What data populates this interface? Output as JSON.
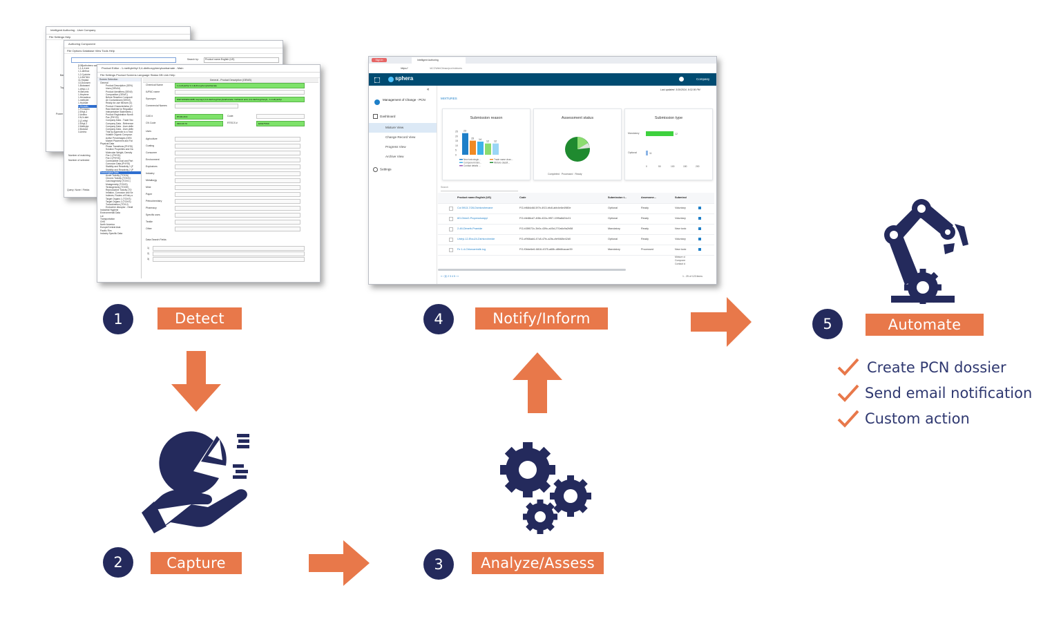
{
  "steps": [
    {
      "number": "1",
      "label": "Detect"
    },
    {
      "number": "2",
      "label": "Capture"
    },
    {
      "number": "3",
      "label": "Analyze/Assess"
    },
    {
      "number": "4",
      "label": "Notify/Inform"
    },
    {
      "number": "5",
      "label": "Automate"
    }
  ],
  "automate_actions": [
    "Create PCN dossier",
    "Send email notification",
    "Custom action"
  ],
  "colors": {
    "accent": "#e8784a",
    "navy": "#242a5c",
    "text": "#2f3870",
    "green_field": "#7ee26a"
  },
  "screenshot_left": {
    "win1_title": "Intelligent Authoring - User Company",
    "win1_menu": "File   Settings   Help",
    "win2_title": "Authoring Component",
    "win2_menu": "File   Options   Database   View   Tools   Help",
    "search_by_label": "Search by:",
    "search_by_value": "Product name.English (US)",
    "win3_title": "Product Editor - 1-methylethyl 3,4-diethoxyphenylcarbamate - Main",
    "win3_menu": "File   Settings   Product Screens   Language   Status   DB Link   Help",
    "screen_selection": "Screen Selection",
    "panel_header": "General - Product Description (GEN/D)",
    "tree_items": [
      "General",
      "Product Description (GEN)",
      "Uses (GEN/U)",
      "Product Identifiers (GEN/I)",
      "Composition (GEN/C)",
      "Before Reaction Composit",
      "Air Contaminant (GEN/I)",
      "Ready-for-use Mixture (G)",
      "Product Characteristics (G",
      "Raw Material for Regulator",
      "Interpretative Statements (",
      "Product Registration Numb",
      "Pax (PHYSI)",
      "Company Data - Trade Sec",
      "Company Data - Reference",
      "Company Data - User-defin",
      "Company Data - User-defin",
      "Trial by Appendix to a Trad",
      "Volatile Organic Compoun",
      "Active Percentages (GEN",
      "Market Placement and Fat",
      "Physical Data",
      "Phase Transitions (PHYSI)",
      "Solution Properties and Ga",
      "Molecular Weight, Density",
      "Fire 1 (PHYSI)",
      "Fire 2 (PHYSI)",
      "Combustible Dust and Part",
      "Corrosion Data (PHYSI)",
      "Stability and Reactivity 1 (F",
      "Stability and Reactivity 2 (P",
      "Toxicological Data",
      "Acute Toxicity (TOX/A)",
      "Chronic Toxicity (TOX/C)",
      "Carcinogenicity (TOX/C)",
      "Mutagenicity (TOX/D)",
      "Teratogenicity (TOX/E)",
      "Reproductive Toxicity (TO",
      "Irritation, Corrosion and Se",
      "Indexes, Routes of Entry a",
      "Target Organs 1 (TOX/S)",
      "Target Organs 2 (TOX/S)",
      "Toxicokinetics (TOX/J)",
      "Endocrine disruptor - Healt",
      "Industrial Hygiene",
      "Environmental Data",
      "Lot",
      "Transportation",
      "GHS",
      "North America",
      "Europe/Central Asia",
      "Pacific Rim",
      "Industry Specific Data"
    ],
    "left_list_items": [
      "[108]orthobenz acid",
      "1,1,4,4-tetr",
      "1,1-diethox",
      "1,2-Cyclohe",
      "1,4-BUTAN",
      "11-Heptad",
      "13-Docosen",
      "1-Butanami",
      "1-ethyl-1,3",
      "H-Benzimi",
      "1-Heptene",
      "1-Hexadeca",
      "1-methylet",
      "1-Hydrate",
      "1-Hexadic",
      "1-Pentadec",
      "2-Ethyl-2",
      "2-Anilino",
      "2-N,N-diet",
      "2-(2-ethyl",
      "2-Ethyl-2",
      "2-Methylpr",
      "2-Butanol",
      "3-Amino"
    ],
    "left_counts": [
      "Number of matching",
      "Number of selected"
    ],
    "query_text": "Query: None / Fielda",
    "field_labels": [
      "Chemical Name",
      "IUPAC name",
      "Synonym",
      "Commercial Names",
      "CAS #",
      "CN Code",
      "Uses",
      "Agriculture",
      "Coating",
      "Consumer",
      "Environment",
      "Explosives",
      "Industry",
      "Metallurgy",
      "Mine",
      "Paper",
      "Petrochemistry",
      "Pharmacy",
      "Specific uses",
      "Textile",
      "Other",
      "Data Search Fields"
    ],
    "chemical_name_value": "1-methylethyl 3,4-diethoxyphenylcarbamate",
    "synonym_value": "DIETHOFENCARB; isopropyl (3,4-diethoxyphenyl)carbamate; Carbamic acid, (3,4-diethoxyphenyl)-, 1-methylethyl",
    "cas_value": "87130-20-9",
    "code_label": "Code:",
    "cn_value": "2924 29 70",
    "rtecs_label": "RTECS #",
    "rtecs_value": "EZ4275700",
    "search_numbers": [
      "1)",
      "2)",
      "3)"
    ],
    "labels_2": [
      "Basic",
      "Topic",
      "Power Qu"
    ]
  },
  "screenshot_right": {
    "tab1": "Sign In",
    "tab2": "Intelligent Authoring",
    "url": "https://",
    "url_path": "/ACCWebClimac/pcn/mixtures",
    "logo": "sphera",
    "user": "Company",
    "last_updated": "Last updated: 3/10/2024, 9:32:36 PM",
    "app_title": "Management of Change - PCN",
    "nav": {
      "dashboard": "Dashboard",
      "items": [
        "Mixture View",
        "Change Record View",
        "Progress View",
        "Archive View"
      ],
      "settings": "Settings"
    },
    "section_title": "MIXTURES",
    "cards": [
      "Submission reason",
      "Assessment status",
      "Submission type"
    ],
    "bar_values": [
      23,
      15,
      14,
      12,
      12
    ],
    "bar_labels": [
      "23",
      "15",
      "14",
      "12",
      "12"
    ],
    "bar_axis_ticks": [
      "25",
      "20",
      "15",
      "10",
      "5",
      "0"
    ],
    "bar_legend": [
      "New toxicologic...",
      "Trade name chan...",
      "Component iden...",
      "Mixture classif...",
      "Contact details ..."
    ],
    "pie_legend": [
      "Completed",
      "Processed",
      "Ready"
    ],
    "hbar_labels": [
      "Mandatory",
      "Optional"
    ],
    "hbar_values": [
      12,
      11
    ],
    "hbar_value_labels": [
      "12",
      "11"
    ],
    "hbar_ticks": [
      "0",
      "50",
      "100",
      "150",
      "200"
    ],
    "search_placeholder": "Search",
    "table_headers": [
      "Product name.English (US)",
      "Code",
      "Submission t...",
      "Assessme...",
      "Submissi"
    ],
    "table_rows": [
      {
        "name": "Col 5913-7/28-Dichlorohexane",
        "code": "FG-bf684c68-5f7b-4f13-bfc8-abb4e6e4980e",
        "type": "Optional",
        "assess": "Ready",
        "sub": "Voluntary"
      },
      {
        "name": "8G-Dime2-Propenolcarpyl",
        "code": "FG-bfe88cd7-4f8b-422a-9f57-19f9a8d24c01",
        "type": "Optional",
        "assess": "Ready",
        "sub": "Voluntary"
      },
      {
        "name": "2-48-Dimeth-Pramide",
        "code": "FG-b35f072c-3b0c-439c-a45d-270a6c9a2b58",
        "type": "Mandatory",
        "assess": "Ready",
        "sub": "New toxic"
      },
      {
        "name": "Urdryl-12-Etcu24-Dichlorohmide",
        "code": "FG-cf966ad4-47c8-47fc-a2fa-cfe9468e42d0",
        "type": "Optional",
        "assess": "Ready",
        "sub": "Voluntary"
      },
      {
        "name": "Fe 1-4-Chloroanhdlir-icg",
        "code": "FG-f0bbe6e6-6816-4375-a68b-d8b6fcacae39",
        "type": "Mandatory",
        "assess": "Processed",
        "sub": "New toxic"
      }
    ],
    "extra_cell": [
      "Mixture cl",
      "Compone",
      "Contact d"
    ],
    "pager_pages": [
      "1",
      "2",
      "3",
      "4",
      "5"
    ],
    "pager_info": "1 - 25 of 123 items"
  }
}
